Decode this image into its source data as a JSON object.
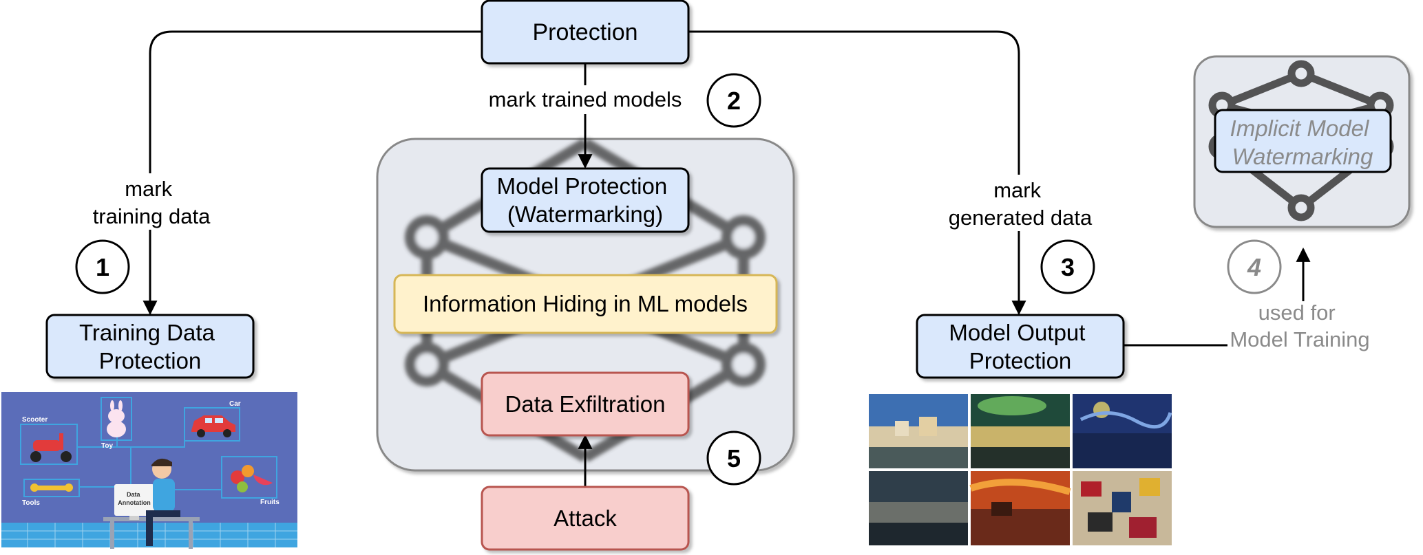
{
  "protection": "Protection",
  "edge_labels": {
    "mark_trained_models": "mark trained models",
    "mark_training_data": [
      "mark",
      "training data"
    ],
    "mark_generated_data": [
      "mark",
      "generated data"
    ],
    "used_for_model_training": [
      "used for",
      "Model Training"
    ]
  },
  "boxes": {
    "model_protection": [
      "Model Protection",
      "(Watermarking)"
    ],
    "information_hiding": "Information Hiding in ML models",
    "data_exfiltration": "Data Exfiltration",
    "attack": "Attack",
    "training_data_protection": [
      "Training Data",
      "Protection"
    ],
    "model_output_protection": [
      "Model Output",
      "Protection"
    ],
    "implicit_watermarking": [
      "Implicit Model",
      "Watermarking"
    ]
  },
  "badges": [
    "1",
    "2",
    "3",
    "4",
    "5"
  ],
  "illustration_labels": {
    "scooter": "Scooter",
    "toy": "Toy",
    "car": "Car",
    "tools": "Tools",
    "fruits": "Fruits",
    "data_annotation": [
      "Data",
      "Annotation"
    ]
  },
  "colors": {
    "blue_box": "#dae8fc",
    "yellow_box": "#fff2cc",
    "red_box": "#f8cecc",
    "panel": "#e6e9ef",
    "illustration_bg": "#5b6db9"
  }
}
